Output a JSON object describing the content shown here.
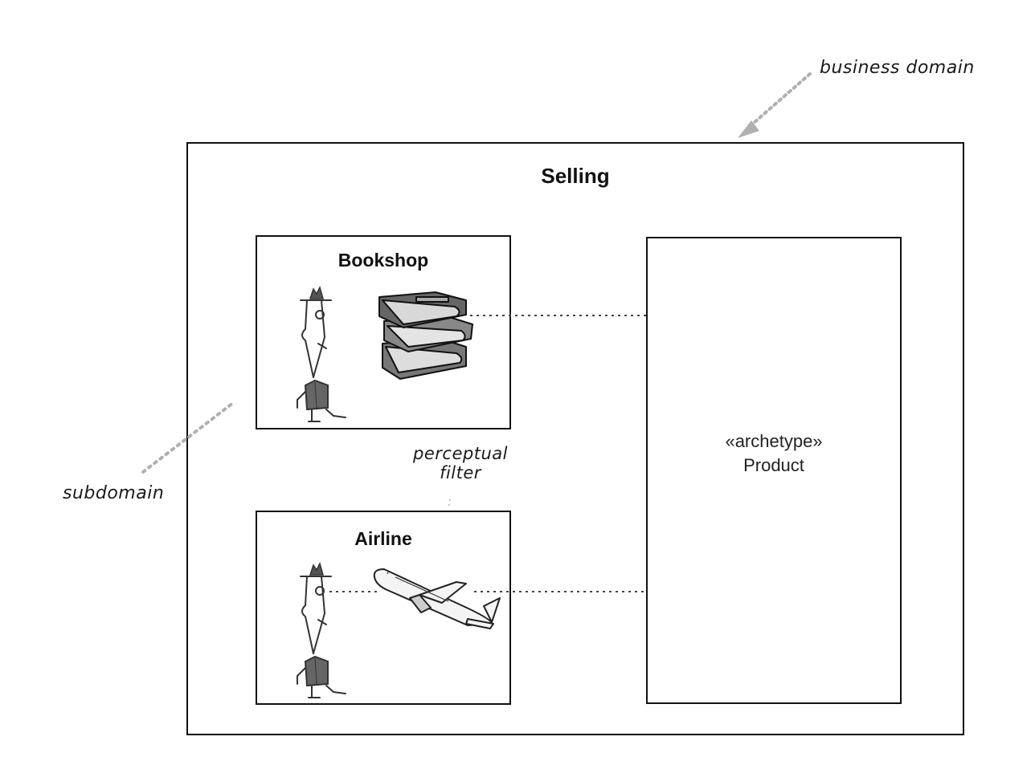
{
  "annotations": {
    "business_domain": "business domain",
    "subdomain": "subdomain",
    "perceptual_filter_line1": "perceptual",
    "perceptual_filter_line2": "filter"
  },
  "outer_box": {
    "title": "Selling"
  },
  "subdomains": [
    {
      "title": "Bookshop",
      "object_icon": "books-icon"
    },
    {
      "title": "Airline",
      "object_icon": "airplane-icon"
    }
  ],
  "archetype_box": {
    "stereotype": "«archetype»",
    "name": "Product"
  },
  "colors": {
    "line": "#111111",
    "arrow": "#aaaaaa",
    "dotted": "#444444"
  }
}
